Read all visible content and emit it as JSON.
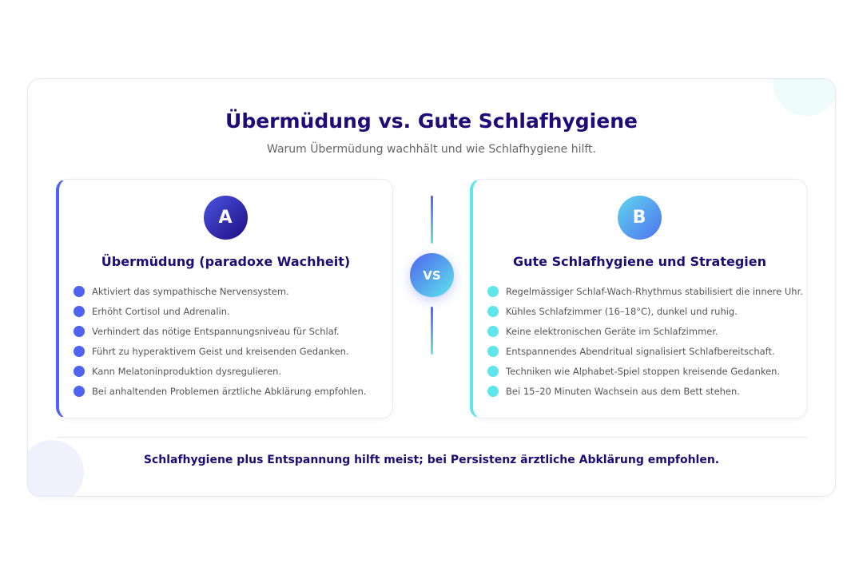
{
  "header": {
    "title": "Übermüdung vs. Gute Schlafhygiene",
    "subtitle": "Warum Übermüdung wachhält und wie Schlafhygiene hilft."
  },
  "left": {
    "badge": "A",
    "title": "Übermüdung (paradoxe Wachheit)",
    "items": [
      "Aktiviert das sympathische Nervensystem.",
      "Erhöht Cortisol und Adrenalin.",
      "Verhindert das nötige Entspannungsniveau für Schlaf.",
      "Führt zu hyperaktivem Geist und kreisenden Gedanken.",
      "Kann Melatoninproduktion dysregulieren.",
      "Bei anhaltenden Problemen ärztliche Abklärung empfohlen."
    ]
  },
  "vs": "VS",
  "right": {
    "badge": "B",
    "title": "Gute Schlafhygiene und Strategien",
    "items": [
      "Regelmässiger Schlaf-Wach-Rhythmus stabilisiert die innere Uhr.",
      "Kühles Schlafzimmer (16–18°C), dunkel und ruhig.",
      "Keine elektronischen Geräte im Schlafzimmer.",
      "Entspannendes Abendritual signalisiert Schlafbereitschaft.",
      "Techniken wie Alphabet-Spiel stoppen kreisende Gedanken.",
      "Bei 15–20 Minuten Wachsein aus dem Bett stehen."
    ]
  },
  "footer": "Schlafhygiene plus Entspannung hilft meist; bei Persistenz ärztliche Abklärung empfohlen.",
  "colors": {
    "accentA": "#4f63f0",
    "accentB": "#5ee6ea",
    "title": "#1e0b78"
  }
}
